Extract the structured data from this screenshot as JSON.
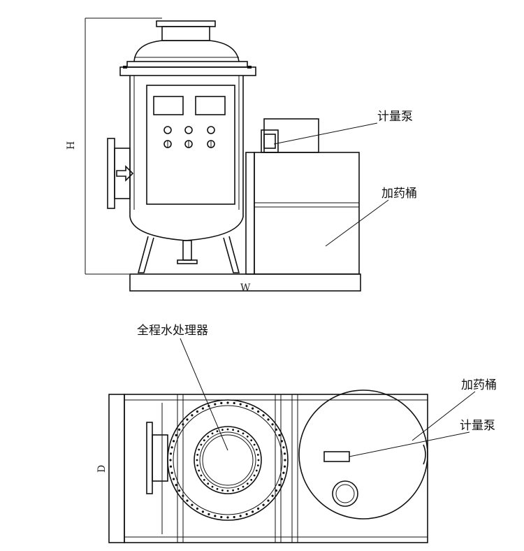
{
  "front_view": {
    "label_metering_pump": "计量泵",
    "label_dosing_tank": "加药桶",
    "dim_height": "H",
    "dim_width": "W"
  },
  "top_view": {
    "label_water_processor": "全程水处理器",
    "label_dosing_tank": "加药桶",
    "label_metering_pump": "计量泵",
    "dim_depth": "D"
  }
}
